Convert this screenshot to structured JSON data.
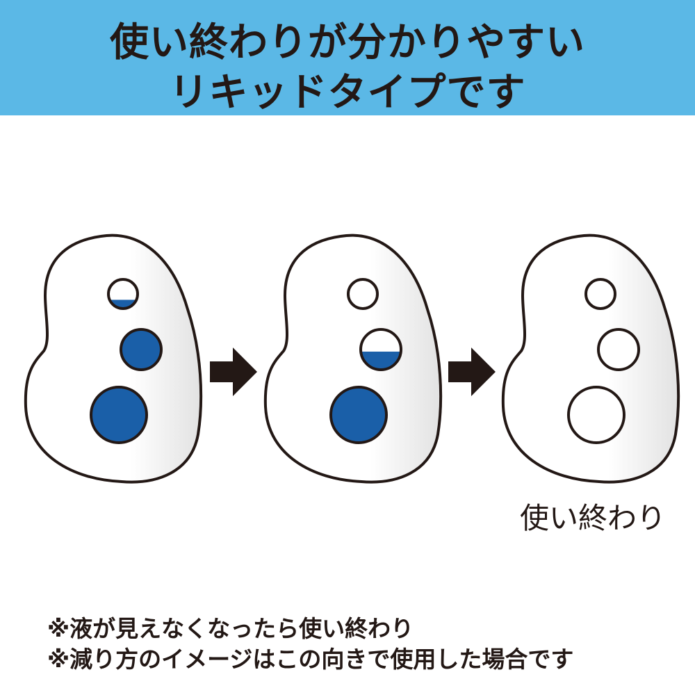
{
  "header": {
    "line1": "使い終わりが分かりやすい",
    "line2": "リキッドタイプです"
  },
  "colors": {
    "header_bg": "#5bb8e6",
    "liquid": "#1a5fa8",
    "outline": "#231815"
  },
  "stages": [
    {
      "name": "full",
      "small_fill": 0.3,
      "medium_fill": 1,
      "large_fill": 1
    },
    {
      "name": "half",
      "small_fill": 0,
      "medium_fill": 0.45,
      "large_fill": 1
    },
    {
      "name": "empty",
      "small_fill": 0,
      "medium_fill": 0,
      "large_fill": 0
    }
  ],
  "empty_label": "使い終わり",
  "notes": [
    "※液が見えなくなったら使い終わり",
    "※減り方のイメージはこの向きで使用した場合です"
  ]
}
